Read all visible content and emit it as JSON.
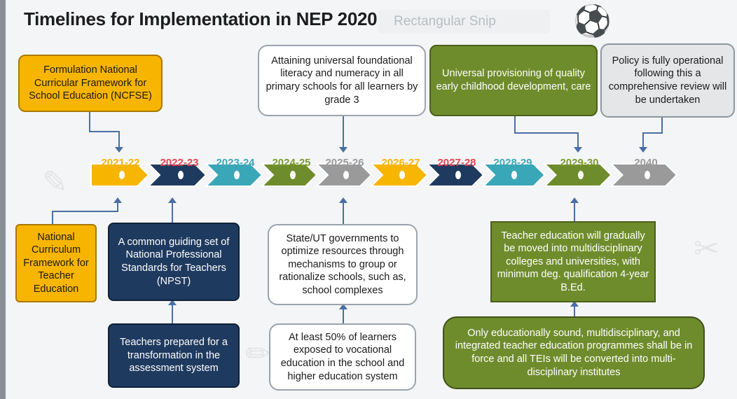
{
  "title": "Timelines for Implementation in NEP 2020",
  "snip_tool_label": "Rectangular Snip",
  "colors": {
    "yellow": "#f7b500",
    "navy": "#1f3a5f",
    "teal": "#3aa7b8",
    "green": "#6f8c2c",
    "grey": "#9a9a9a"
  },
  "timeline": [
    {
      "year": "2021-22",
      "color": "#f7b500"
    },
    {
      "year": "2022-23",
      "color": "#1f3a5f",
      "label_color": "#e8424f"
    },
    {
      "year": "2023-24",
      "color": "#3aa7b8"
    },
    {
      "year": "2024-25",
      "color": "#6f8c2c",
      "label_color": "#7a9a2e"
    },
    {
      "year": "2025-26",
      "color": "#9a9a9a"
    },
    {
      "year": "2026-27",
      "color": "#f7b500"
    },
    {
      "year": "2027-28",
      "color": "#1f3a5f",
      "label_color": "#e8424f"
    },
    {
      "year": "2028-29",
      "color": "#3aa7b8"
    },
    {
      "year": "2029-30",
      "color": "#6f8c2c",
      "label_color": "#7a9a2e"
    },
    {
      "year": "2040",
      "color": "#9a9a9a"
    }
  ],
  "boxes": {
    "ncfse": "Formulation National Curricular Framework for School Education (NCFSE)",
    "foundational_literacy": "Attaining universal foundational literacy and numeracy in all primary schools for all learners by grade 3",
    "ecce": "Universal provisioning of quality early childhood development, care",
    "fully_operational": "Policy is fully operational following this a comprehensive review will be undertaken",
    "ncfte": "National Curriculum Framework for Teacher Education",
    "npst": "A common guiding set of National Professional Standards for Teachers (NPST)",
    "assessment": "Teachers prepared for a transformation in the assessment system",
    "school_complexes": "State/UT governments to optimize resources through mechanisms to group or rationalize schools, such as, school complexes",
    "vocational": "At least 50% of learners exposed to vocational education in the school and higher education system",
    "teacher_education": "Teacher education will gradually be moved into multidisciplinary colleges and universities, with minimum deg. qualification 4-year B.Ed.",
    "tei": "Only educationally sound, multidisciplinary, and integrated teacher education programmes shall be in force and all TEIs will be converted into multi-disciplinary institutes"
  }
}
